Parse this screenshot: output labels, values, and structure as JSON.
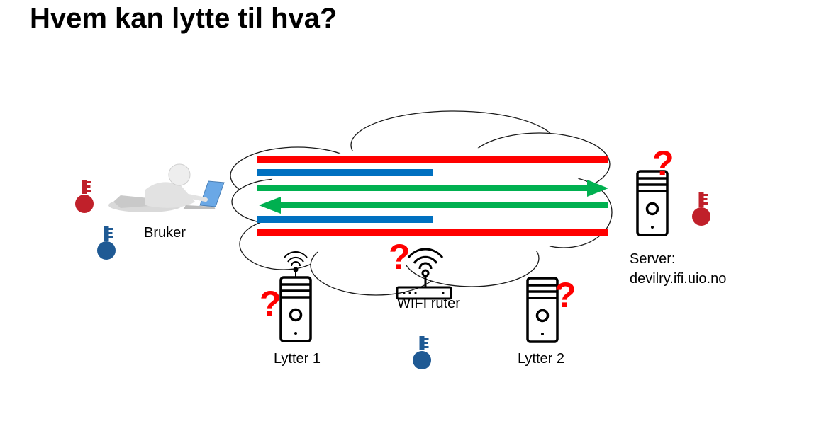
{
  "title": "Hvem kan lytte til hva?",
  "labels": {
    "user": "Bruker",
    "server_line1": "Server:",
    "server_line2": "devilry.ifi.uio.no",
    "listener1": "Lytter 1",
    "listener2": "Lytter 2",
    "router": "WIFI ruter"
  },
  "question_mark": "?",
  "colors": {
    "red": "#ff0000",
    "blue": "#0070c0",
    "green": "#00b050",
    "key_red": "#c0202a",
    "key_blue": "#1f5a94",
    "question": "#ff0000",
    "laptop_screen": "#6aa8e6"
  },
  "icons": [
    "person-laptop-icon",
    "server-icon",
    "wifi-icon",
    "router-icon",
    "key-icon",
    "cloud-icon"
  ]
}
